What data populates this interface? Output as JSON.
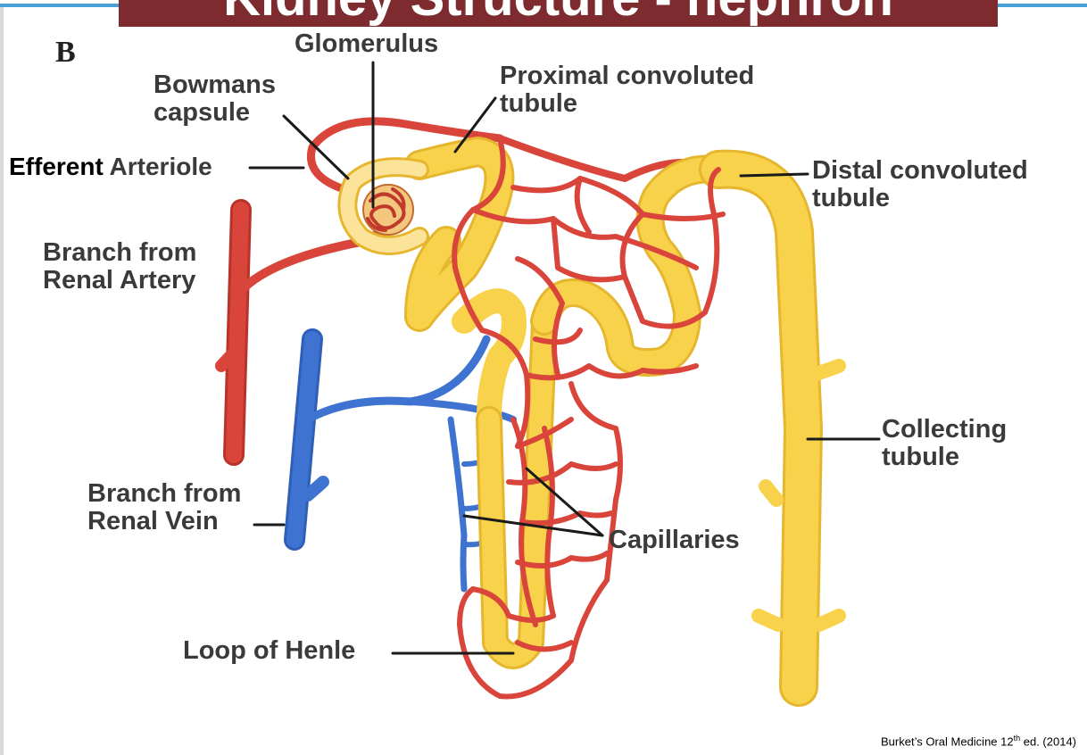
{
  "slide": {
    "title": "Kidney Structure - nephron",
    "figure_letter": "B",
    "citation_pre": "Burket’s Oral Medicine 12",
    "citation_sup": "th",
    "citation_post": " ed. (2014)"
  },
  "labels": {
    "glomerulus": "Glomerulus",
    "bowmans_capsule": "Bowmans\ncapsule",
    "proximal_tubule": "Proximal convoluted\ntubule",
    "efferent_word": "Efferent",
    "arteriole_word": " Arteriole",
    "distal_tubule": "Distal convoluted\ntubule",
    "branch_artery": "Branch from\nRenal Artery",
    "collecting_tubule": "Collecting\ntubule",
    "branch_vein": "Branch from\nRenal Vein",
    "capillaries": "Capillaries",
    "loop_of_henle": "Loop of Henle"
  },
  "colors": {
    "artery_red": "#d9453a",
    "vein_blue": "#3f73d1",
    "tubule_yellow": "#f7d24a",
    "title_banner": "#7d2b2f"
  }
}
